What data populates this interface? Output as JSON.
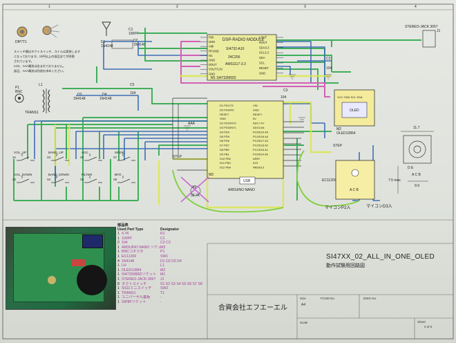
{
  "frame": {
    "col1": "1",
    "col2": "2",
    "col3": "3",
    "col4": "4"
  },
  "labels": {
    "dip": "DIP7T1",
    "pot": "",
    "p1": "P1",
    "bnc": "BNC",
    "l1": "L1",
    "trans": "TRANS1",
    "d1": "D1",
    "d1part": "1N4148",
    "d2": "D2",
    "d2part": "1N4148",
    "c1": "C1",
    "c1val": "100PF",
    "d3": "D3",
    "d3part": "1N4148",
    "d4": "D4",
    "d4part": "1N4148",
    "c5": "C5",
    "c5val": "104",
    "x1": "X1",
    "x1val": "32.7K",
    "jack": "STEREO-JACK 3057",
    "j1": "J1",
    "aaa": "AAA",
    "step": "STEP",
    "c2": "C2",
    "c2val": "104",
    "c3": "C3",
    "c3val": "104"
  },
  "notes": [
    "スイッチ類はタクトスイッチ、コイルは実装します",
    "となっております。10円以上の部品全てが同梱",
    "されています。",
    "LCD、AAA電池は含まれておりません。",
    "部品、AAA電池は別途お求めください。",
    ""
  ],
  "dsp": {
    "title": "DSP-RADIO MODULE",
    "part": "SI4732-A10",
    "freq": "24C256",
    "reg": "AMS1117-3.3",
    "ref": "M1 SI4732M002",
    "left_pins": [
      "FMI",
      "GND",
      "AMI",
      "RFGND",
      "NC",
      "GND",
      "DOUT",
      "VOUT3.3V",
      "GND"
    ],
    "right_pins": [
      "LOUT",
      "ROUT",
      "SDA3.3",
      "SCL3.3",
      "SDA",
      "SCL",
      "RESET",
      "GND"
    ]
  },
  "arduino": {
    "title": "ARDUINO NANO",
    "ref": "M3",
    "usb": "USB",
    "left_pins": [
      "D1 PD1/TX",
      "D0 PD0/RX",
      "RESET",
      "GND",
      "D2 PD2/INT0",
      "D3 PD3/INT1",
      "D4 PD4",
      "D5 PD5",
      "D6 PD6",
      "D7 PD7",
      "D8 PB0",
      "D9 PB1",
      "D10 PB2",
      "D11 PB3",
      "D12 PB4"
    ],
    "right_pins": [
      "VIN",
      "GND",
      "RESET",
      "5V",
      "ADC7 A7",
      "ADC6 A6",
      "PC5/D19 A5",
      "PC4/D18 A4",
      "PC3/D17 A3",
      "PC2/D16 A2",
      "PC1/D15 A1",
      "PC0/D14 A0",
      "AREF",
      "3V3",
      "PB5/D13"
    ]
  },
  "oled": {
    "screen": "OLED",
    "ref": "M2",
    "part": "OLED12864",
    "pins": "VCC GND SCL SDA"
  },
  "encoder": {
    "part": "EC11200",
    "step": "STEP",
    "pins": "A C B",
    "micA": "マイコンP2入",
    "micB": "マイコンD3入"
  },
  "mech": {
    "w": "11.7",
    "top": "D E",
    "bottom": "A C B",
    "pitch": "9.9",
    "h": "7.5 max"
  },
  "switches": [
    {
      "label": "VOL_UP",
      "ref": "S1"
    },
    {
      "label": "BAND_UP",
      "ref": "S3"
    },
    {
      "label": "AGC",
      "ref": "S5"
    },
    {
      "label": "MODE",
      "ref": "S7"
    },
    {
      "label": "VOL_DOWN",
      "ref": "S2"
    },
    {
      "label": "BAND_DOWN",
      "ref": "S4"
    },
    {
      "label": "FILTER",
      "ref": "S6"
    },
    {
      "label": "BFO",
      "ref": "S8"
    }
  ],
  "bom": {
    "title": "部品表",
    "col_used": "Used Part Type",
    "col_designator": "Designator",
    "rows": [
      {
        "qty": "1",
        "part": "4.7K",
        "des": "R1"
      },
      {
        "qty": "1",
        "part": "100PF",
        "des": "C1"
      },
      {
        "qty": "2",
        "part": "104",
        "des": "C2 C3"
      },
      {
        "qty": "1",
        "part": "ARDUINO NANO ソケット",
        "des": "M3"
      },
      {
        "qty": "1",
        "part": "BNCコネクタ",
        "des": "P1"
      },
      {
        "qty": "1",
        "part": "EC11200",
        "des": "SW1"
      },
      {
        "qty": "4",
        "part": "1N4148",
        "des": "D1 D2 D3 D4"
      },
      {
        "qty": "1",
        "part": "LH",
        "des": "L1"
      },
      {
        "qty": "1",
        "part": "OLED12864",
        "des": "M2"
      },
      {
        "qty": "1",
        "part": "SI4732M002ソケット",
        "des": "M1"
      },
      {
        "qty": "1",
        "part": "STEREO-JACK 3057",
        "des": "J1"
      },
      {
        "qty": "8",
        "part": "タクトスイッチ",
        "des": "S1 S2 S3 S4 S5 S6 S7 S8"
      },
      {
        "qty": "1",
        "part": "SS11ミニスイッチ",
        "des": "SW2"
      },
      {
        "qty": "1",
        "part": "TRANS1",
        "des": "T1"
      },
      {
        "qty": "1",
        "part": "ユニバーサル基板",
        "des": "-"
      },
      {
        "qty": "1",
        "part": "SIP8Pソケット",
        "des": "-"
      }
    ]
  },
  "title": {
    "main": "SI47XX_02_ALL_IN_ONE_OLED",
    "sub": "動作試験用回路図",
    "company": "合資会社エフエーエル",
    "size": "Size",
    "size_val": "A4",
    "fcsm": "FCSM No.",
    "dwg": "DWG No.",
    "scale": "Scale",
    "sheet": "Sheet",
    "sheet_val": "0 of 0"
  }
}
